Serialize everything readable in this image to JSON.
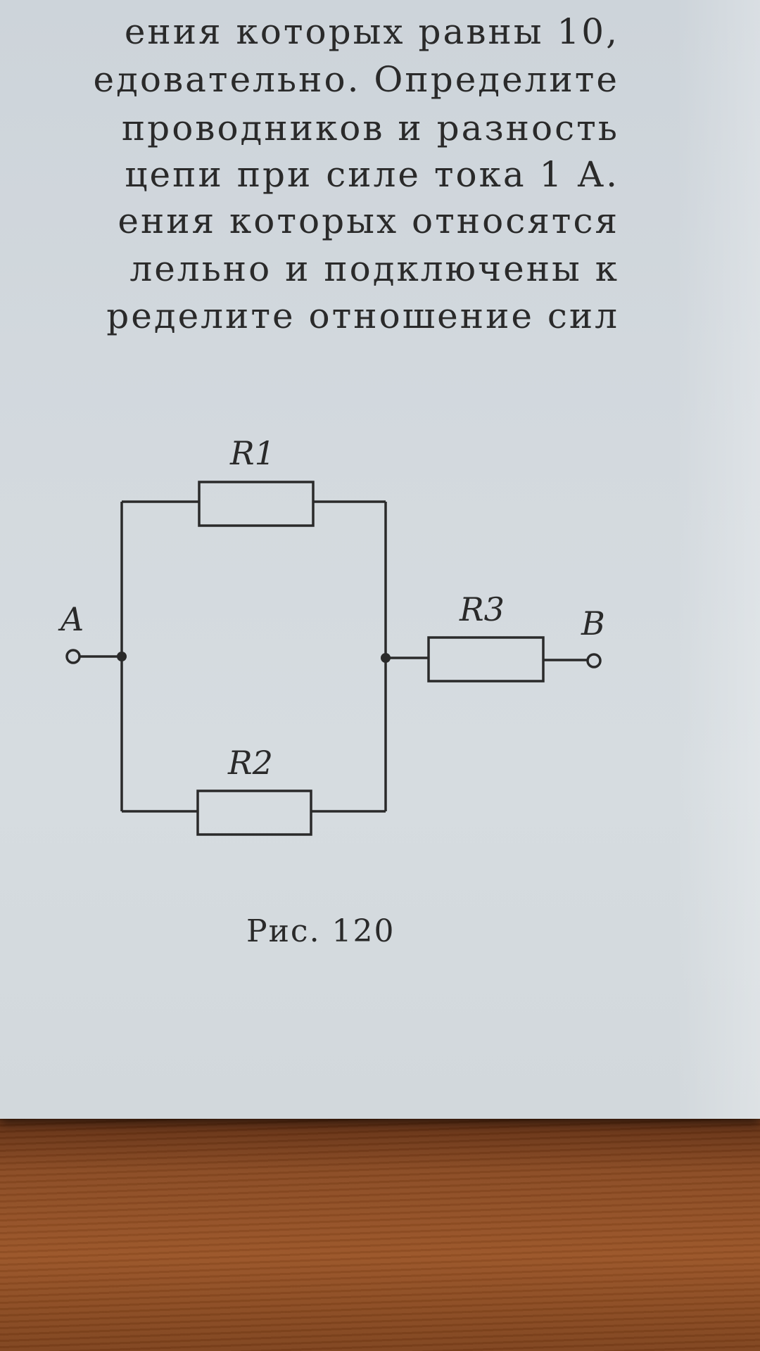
{
  "document": {
    "text_lines": [
      "ения которых равны 10,",
      "едовательно. Определите",
      "проводников и разность",
      "цепи при силе тока 1 А.",
      "ения которых относятся",
      "лельно и подключены к",
      "ределите отношение сил"
    ],
    "figure": {
      "resistor_labels": {
        "r1": "R1",
        "r2": "R2",
        "r3": "R3"
      },
      "terminal_labels": {
        "a": "A",
        "b": "B"
      },
      "caption": "Рис. 120"
    }
  },
  "colors": {
    "ink": "#2a2a2a",
    "paper": "#d3d9de",
    "table": "#8a4a22"
  }
}
